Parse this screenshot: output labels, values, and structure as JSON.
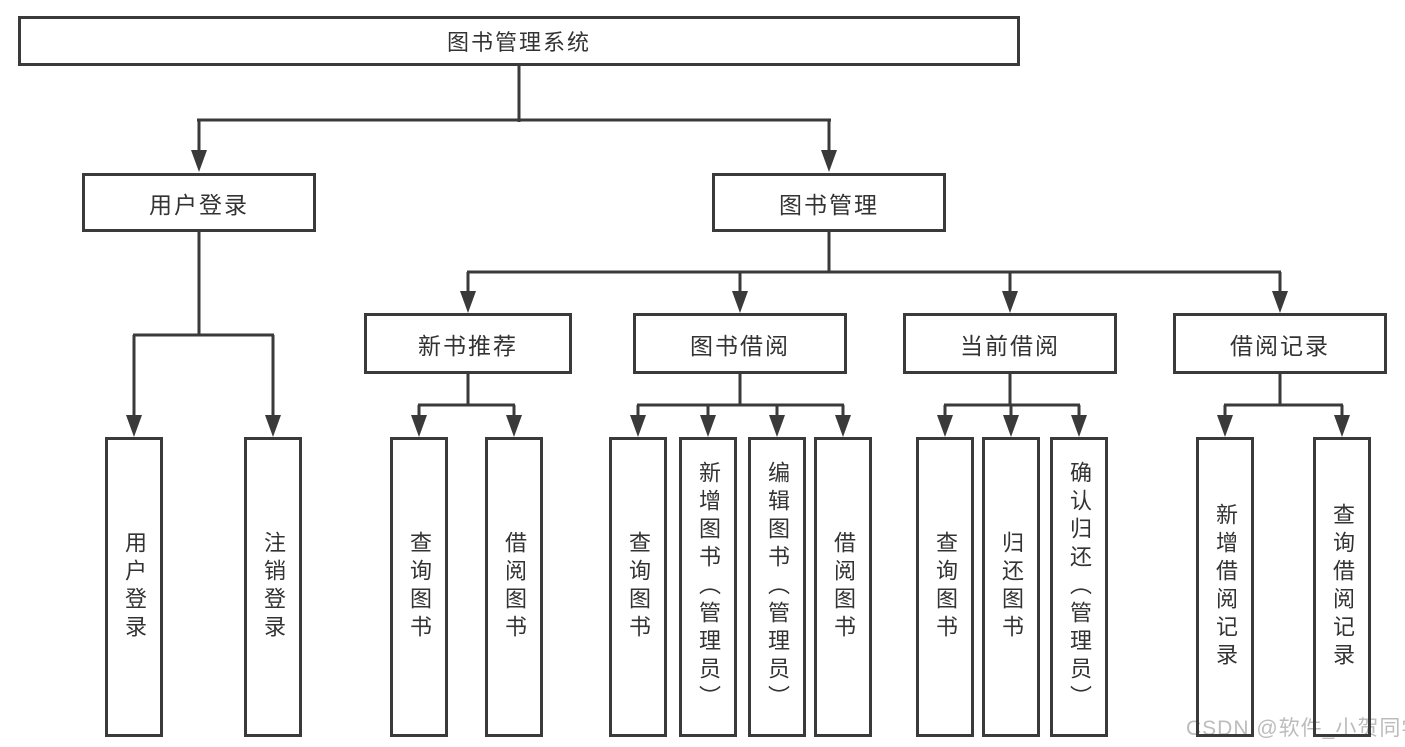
{
  "diagram": {
    "title": "图书管理系统",
    "branches": [
      {
        "label": "用户登录",
        "children": [
          {
            "label": "用户登录"
          },
          {
            "label": "注销登录"
          }
        ]
      },
      {
        "label": "图书管理",
        "children": [
          {
            "label": "新书推荐",
            "children": [
              {
                "label": "查询图书"
              },
              {
                "label": "借阅图书"
              }
            ]
          },
          {
            "label": "图书借阅",
            "children": [
              {
                "label": "查询图书"
              },
              {
                "label": "新增图书（管理员）"
              },
              {
                "label": "编辑图书（管理员）"
              },
              {
                "label": "借阅图书"
              }
            ]
          },
          {
            "label": "当前借阅",
            "children": [
              {
                "label": "查询图书"
              },
              {
                "label": "归还图书"
              },
              {
                "label": "确认归还（管理员）"
              }
            ]
          },
          {
            "label": "借阅记录",
            "children": [
              {
                "label": "新增借阅记录"
              },
              {
                "label": "查询借阅记录"
              }
            ]
          }
        ]
      }
    ]
  },
  "watermark": {
    "text": "CSDN @软件_小贺同学",
    "color": "#bcbcbc"
  },
  "colors": {
    "line": "#3a3a3a",
    "border": "#3a3a3a",
    "text": "#333333",
    "background": "#ffffff"
  }
}
